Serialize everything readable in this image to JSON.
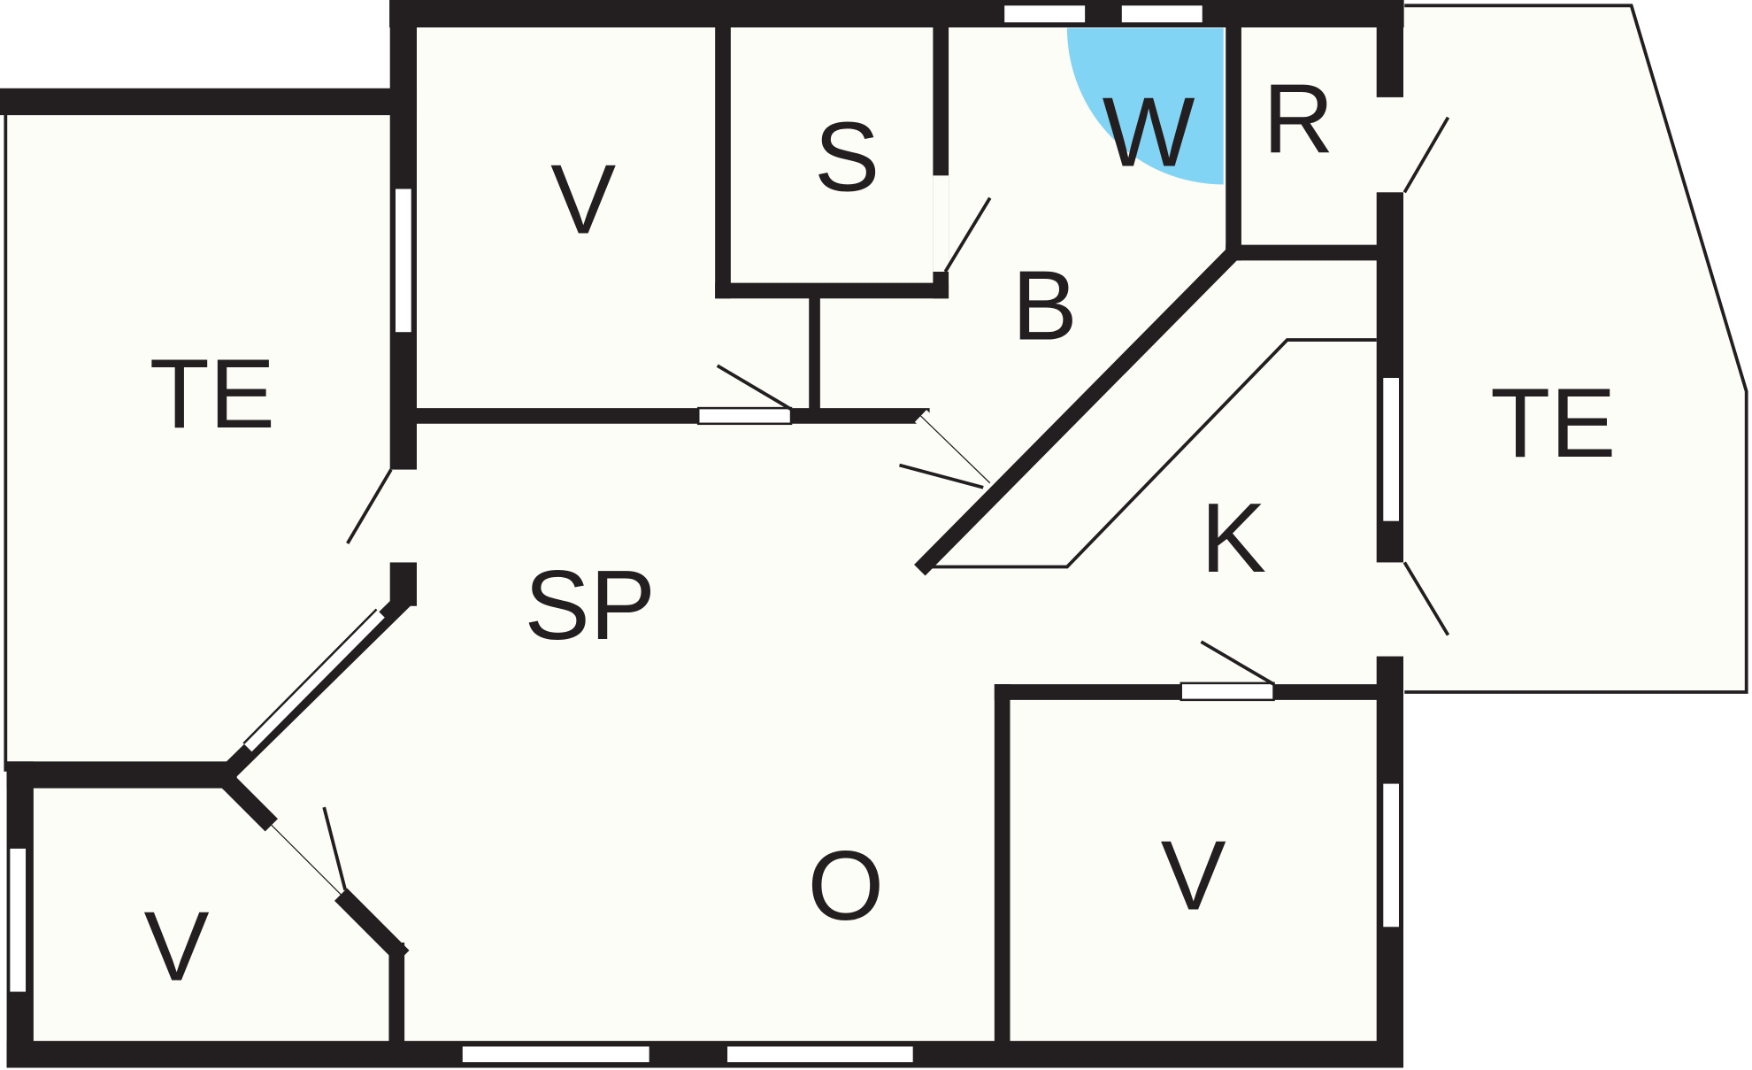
{
  "title": "Floor plan",
  "colors": {
    "wall": "#231f20",
    "room": "#fdfdf8",
    "wc_highlight": "#82d4f5"
  },
  "rooms": [
    {
      "id": "te-left",
      "label": "TE"
    },
    {
      "id": "v-top",
      "label": "V"
    },
    {
      "id": "s",
      "label": "S"
    },
    {
      "id": "w",
      "label": "W"
    },
    {
      "id": "r",
      "label": "R"
    },
    {
      "id": "b",
      "label": "B"
    },
    {
      "id": "te-right",
      "label": "TE"
    },
    {
      "id": "k",
      "label": "K"
    },
    {
      "id": "sp",
      "label": "SP"
    },
    {
      "id": "o",
      "label": "O"
    },
    {
      "id": "v-right",
      "label": "V"
    },
    {
      "id": "v-left",
      "label": "V"
    }
  ]
}
